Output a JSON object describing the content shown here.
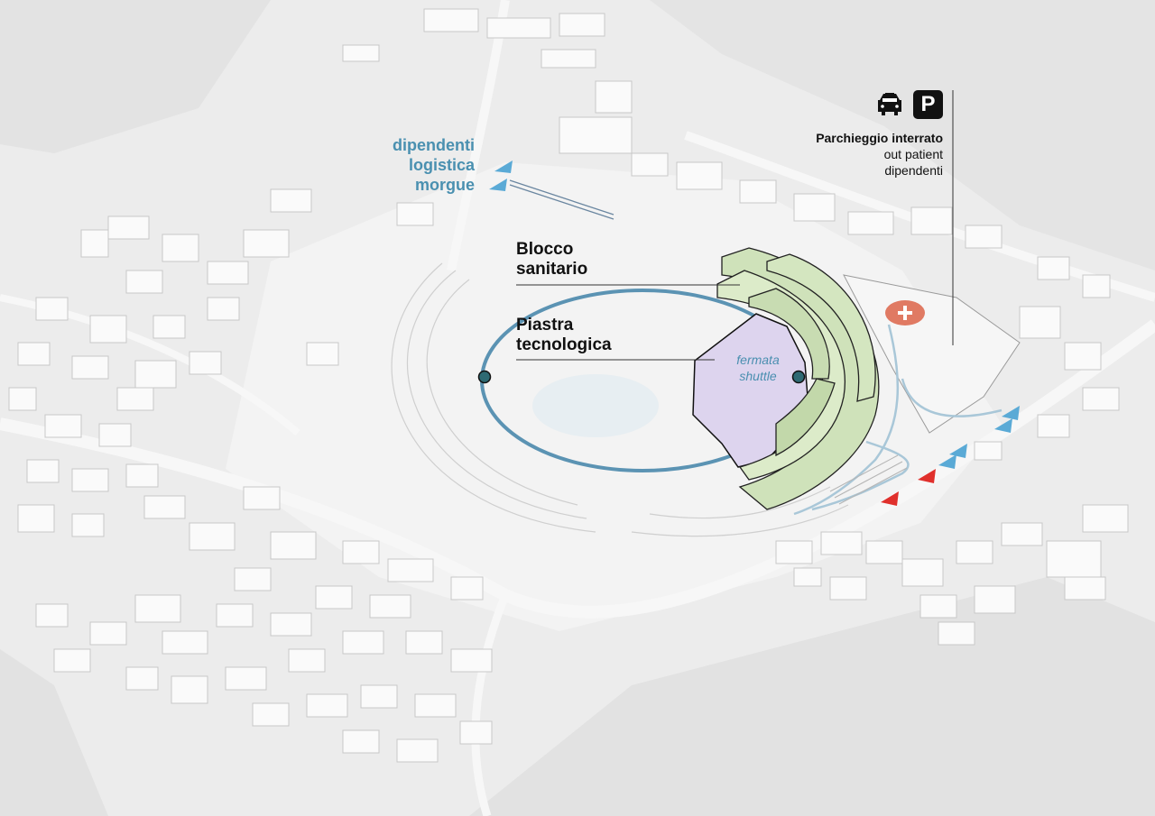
{
  "labels": {
    "blocco_line1": "Blocco",
    "blocco_line2": "sanitario",
    "piastra_line1": "Piastra",
    "piastra_line2": "tecnologica",
    "fermata_line1": "fermata",
    "fermata_line2": "shuttle",
    "access_line1": "dipendenti",
    "access_line2": "logistica",
    "access_line3": "morgue",
    "parking_title": "Parchieggio interrato",
    "parking_line1": "out patient",
    "parking_line2": "dipendenti",
    "parking_letter": "P",
    "hospital_symbol": "+"
  },
  "icons": [
    "taxi-icon",
    "parking-icon",
    "hospital-cross-icon",
    "shuttle-stop-marker"
  ],
  "colors": {
    "background": "#ededed",
    "building_green": "#d8e8c6",
    "building_green_edge": "#222222",
    "piastra_purple": "#ddd4ee",
    "shuttle_ring": "#5b93b3",
    "access_blue": "#5aaad6",
    "access_red": "#e0302c",
    "hospital_marker": "#e07a63",
    "label_blue": "#4a90b0"
  }
}
